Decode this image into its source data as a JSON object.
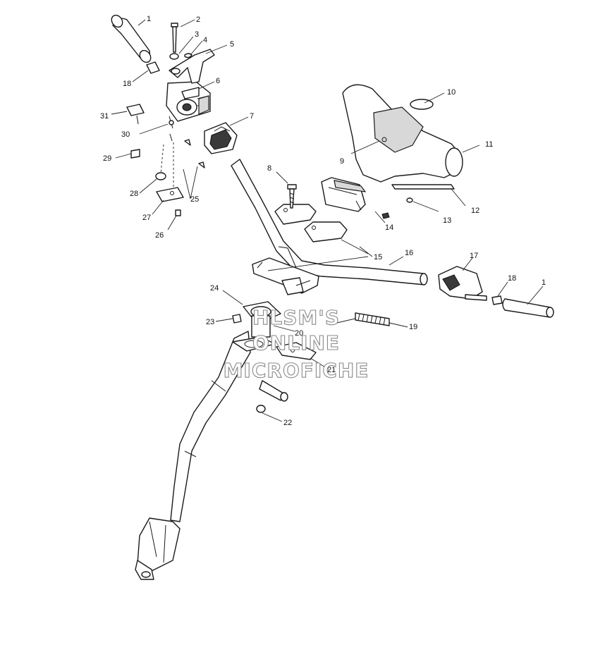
{
  "watermark": {
    "line1": "HLSM'S",
    "line2": "ONLINE",
    "line3": "MICROFICHE"
  },
  "callouts": {
    "c1a": "1",
    "c2": "2",
    "c3": "3",
    "c4": "4",
    "c5": "5",
    "c6": "6",
    "c7": "7",
    "c8": "8",
    "c9": "9",
    "c10": "10",
    "c11": "11",
    "c12": "12",
    "c13": "13",
    "c14": "14",
    "c15": "15",
    "c16": "16",
    "c17": "17",
    "c18a": "18",
    "c18b": "18",
    "c1b": "1",
    "c19": "19",
    "c20": "20",
    "c21": "21",
    "c22": "22",
    "c23": "23",
    "c24": "24",
    "c25": "25",
    "c26": "26",
    "c27": "27",
    "c28": "28",
    "c29": "29",
    "c30": "30",
    "c31": "31"
  }
}
